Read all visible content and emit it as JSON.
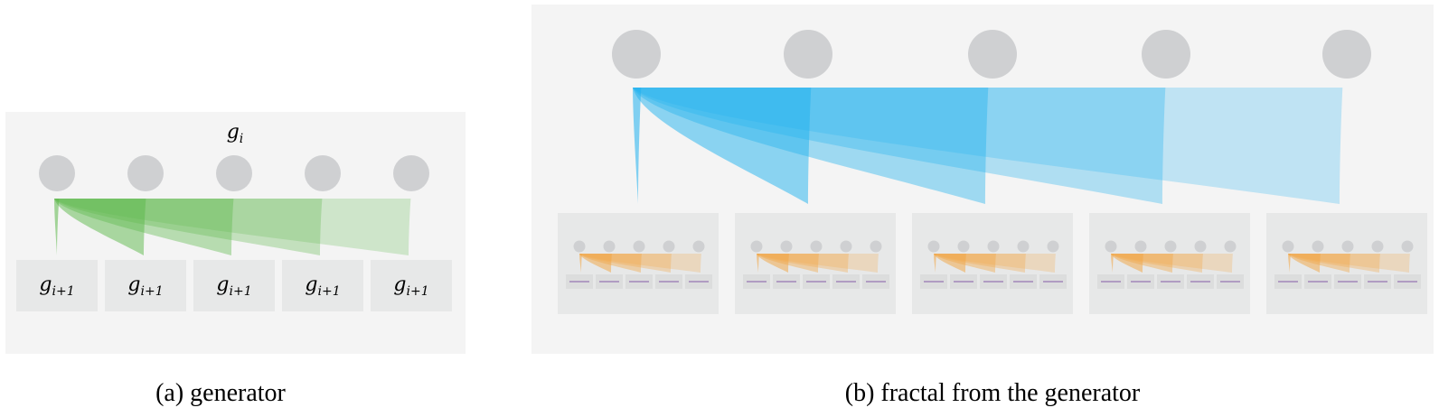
{
  "panel_a": {
    "title_base": "g",
    "title_sub": "i",
    "child_base": "g",
    "child_sub": "i+1",
    "node_count": 5,
    "caption": "(a) generator",
    "ribbon_color": "#5cb84a"
  },
  "panel_b": {
    "caption": "(b) fractal from the generator",
    "node_count": 5,
    "child_count": 5,
    "ribbon_color": "#1fb1ee",
    "sub_ribbon_color": "#f2a440",
    "leaf_color": "#7b4ea3"
  },
  "colors": {
    "panel_bg": "#f4f4f4",
    "child_box": "#e7e8e8",
    "node": "#cfd0d2"
  }
}
